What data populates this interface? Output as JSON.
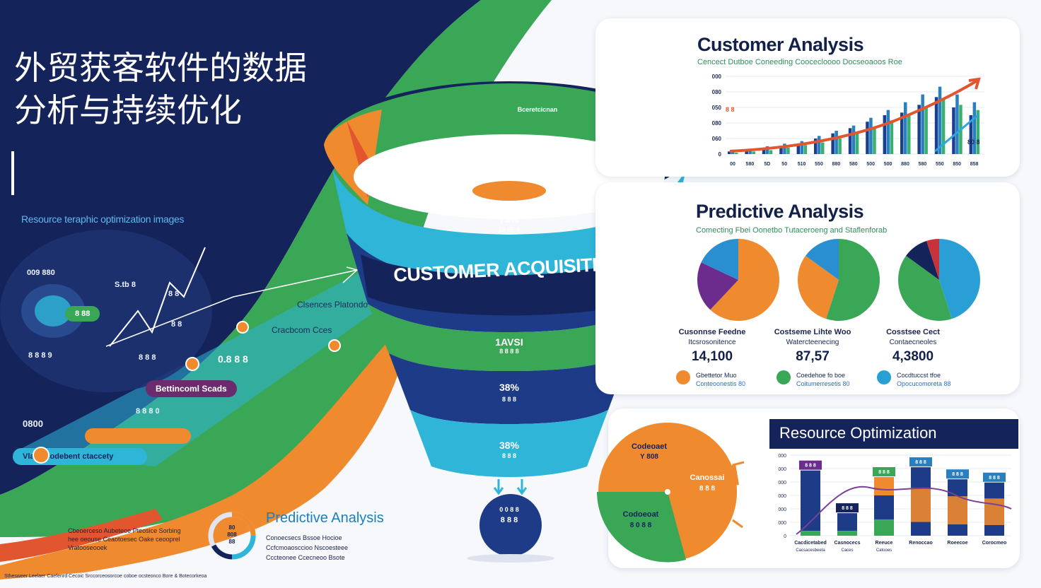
{
  "title": {
    "line1": "外贸获客软件的数据",
    "line2": "分析与持续优化"
  },
  "left_panel": {
    "subtitle": "Resource teraphic optimization images",
    "values_top": "009   880",
    "value_mid": "S.tb 8",
    "value_b": "8 8",
    "value_pill": "8 88",
    "value_bottom": "8 8 8 9",
    "value_circle": "8 8",
    "value_c": "8 8 8",
    "value_d": "0.8 8 8",
    "value_e": "8 8 8 0",
    "value_f": "0800",
    "label_pred": "Clsences Platondo",
    "label_costs": "Cracbcom Cces",
    "label_bench": "Bettincoml Scads",
    "label_sub": "Vla bacodebent ctaccety",
    "colors": {
      "navy": "#14235a",
      "green": "#3aa757",
      "teal": "#2eb5d8",
      "orange": "#ef8a2e",
      "purple": "#6b2c6e",
      "red": "#e2562f"
    }
  },
  "funnel": {
    "header": "Bceretcicnan",
    "title": "CUSTOMER ACQUISITION",
    "stage1_value": "78%",
    "stage1_label": "10 6E 8",
    "stage2_value": "1AVSI",
    "stage2_label": "8 8 8 8",
    "stage3_value": "38%",
    "stage3_label": "8 8 8",
    "stage4_value": "38%",
    "stage4_label": "8 8 8",
    "bottom_value": "8 8 8",
    "bottom_label": "0 0 8 8"
  },
  "customer_analysis": {
    "title": "Customer Analysis",
    "subtitle": "Cencect Dutboe Coneeding Coocecloooo Docseoaoos Roe",
    "y_ticks": [
      "000",
      "080",
      "050",
      "080",
      "060",
      "0"
    ],
    "x_ticks": [
      "00",
      "580",
      "5D",
      "50",
      "510",
      "550",
      "880",
      "580",
      "500",
      "500",
      "880",
      "580",
      "550",
      "850",
      "858"
    ],
    "annotation": "8 8",
    "end_label": "80 8",
    "colors": {
      "bar1": "#1b3f8f",
      "bar2": "#2a7fbf",
      "bar3": "#3ab06e",
      "arrow": "#e2562f",
      "line": "#2aa7e0"
    }
  },
  "chart_data": {
    "type": "bar",
    "categories": [
      "00",
      "580",
      "5D",
      "50",
      "510",
      "550",
      "880",
      "580",
      "500",
      "500",
      "880",
      "580",
      "550",
      "850",
      "858"
    ],
    "series": [
      {
        "values": [
          2,
          3,
          4,
          6,
          8,
          12,
          16,
          20,
          25,
          30,
          32,
          38,
          44,
          36,
          30
        ]
      },
      {
        "values": [
          3,
          4,
          6,
          8,
          10,
          14,
          18,
          22,
          28,
          34,
          40,
          46,
          52,
          46,
          40
        ]
      },
      {
        "values": [
          1,
          2,
          3,
          5,
          7,
          9,
          12,
          16,
          20,
          26,
          30,
          36,
          42,
          38,
          34
        ]
      }
    ],
    "title": "Customer Analysis",
    "grid": true
  },
  "predictive_analysis": {
    "title": "Predictive Analysis",
    "subtitle": "Comecting Fbei Oonetbo Tutaceroeng and Staflenforab",
    "pies": [
      {
        "label1": "Cusonnse Feedne",
        "label2": "Itcsrosonitence",
        "value": "14,100",
        "legend1": "Gbettetor Muo",
        "legend2": "Conteoonestis 80",
        "color": "#ef8a2e",
        "slices": [
          {
            "value": 0.62,
            "color": "#ef8a2e"
          },
          {
            "value": 0.2,
            "color": "#6b2c8e"
          },
          {
            "value": 0.18,
            "color": "#2a8fd0"
          }
        ]
      },
      {
        "label1": "Costseme Lihte Woo",
        "label2": "Watercteenecing",
        "value": "87,57",
        "legend1": "Coedehoe fo boe",
        "legend2": "Coitumerresetis 80",
        "color": "#3aa757",
        "slices": [
          {
            "value": 0.55,
            "color": "#3aa757"
          },
          {
            "value": 0.3,
            "color": "#ef8a2e"
          },
          {
            "value": 0.15,
            "color": "#2a8fd0"
          }
        ]
      },
      {
        "label1": "Cosstsee Cect",
        "label2": "Contaecneoles",
        "value": "4,3800",
        "legend1": "Cocdtuccst tfoe",
        "legend2": "Opocucomoreta 88",
        "color": "#2a9fd6",
        "slices": [
          {
            "value": 0.45,
            "color": "#2a9fd6"
          },
          {
            "value": 0.4,
            "color": "#3aa757"
          },
          {
            "value": 0.1,
            "color": "#14235a"
          },
          {
            "value": 0.05,
            "color": "#c8323a"
          }
        ]
      }
    ]
  },
  "resource_optimization": {
    "title": "Resource Optimization",
    "pie_label_a": "Codeoaet",
    "pie_value_a": "Y 808",
    "pie_label_b": "Canossai",
    "pie_value_b": "8 8 8",
    "pie_label_c": "Codoeoat",
    "pie_value_c": "8 0 8 8",
    "y_ticks": [
      "000",
      "000",
      "000",
      "000",
      "000",
      "000",
      "0"
    ],
    "bars": [
      {
        "label": "Cacdicetabed",
        "sub": "Cacsacesbeeta",
        "value": "8 8 8",
        "navy": 0.75,
        "green": 0.06,
        "tag_color": "#6b2c8e"
      },
      {
        "label": "Casnocecs",
        "sub": "Caces",
        "value": "8 8 8",
        "navy": 0.22,
        "green": 0.06,
        "tag_color": "#14235a"
      },
      {
        "label": "Reeuce",
        "sub": "Catooes",
        "value": "8 8 8",
        "navy": 0.3,
        "green": 0.2,
        "tag_color": "#3aa757"
      },
      {
        "label": "Renoccao",
        "sub": "",
        "value": "8 8 8",
        "navy": 0.85,
        "green": 0.0,
        "tag_color": "#2a7fbf"
      },
      {
        "label": "Roeecoe",
        "sub": "",
        "value": "8 8 8",
        "navy": 0.7,
        "green": 0.0,
        "tag_color": "#2a7fbf"
      },
      {
        "label": "Corocmeo",
        "sub": "",
        "value": "8 8 8",
        "navy": 0.66,
        "green": 0.0,
        "tag_color": "#2a7fbf"
      }
    ]
  },
  "bottom_left": {
    "line1": "Cbeoerceso Aubeteoe Pteosice Sorbing",
    "line2": "hee oeouse Ceaotoesec Oake ceooprel",
    "line3": "Vratooseooek",
    "gauge_top": "80",
    "gauge_mid": "808",
    "gauge_bottom": "88"
  },
  "bottom_pred": {
    "title": "Predictive Analysis",
    "line1": "Conoecsecs Bssoe Hocioe",
    "line2": "Ccfcmoaosccioo Nscoesteee",
    "line3": "Cccteonee Ccecneoo Bsote"
  },
  "footer": "Sthesweer Leelaer Caefenrd Cecoic Srccorceosorcoe coboe ocsteonco Bore & Botecorkeoa"
}
